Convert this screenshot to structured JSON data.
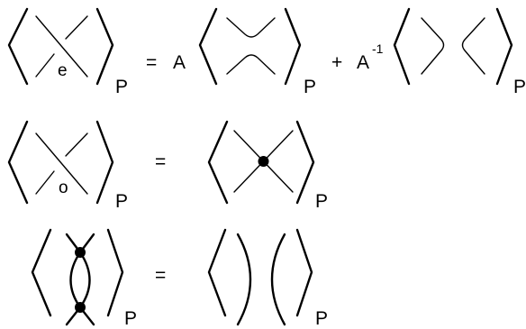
{
  "equations": [
    {
      "equals": "=",
      "lhs": {
        "crossing_label": "e",
        "subscript": "P"
      },
      "rhs": {
        "term1": {
          "coefficient": "A",
          "subscript": "P"
        },
        "plus": "+",
        "term2": {
          "coefficient": "A",
          "exponent": "-1",
          "subscript": "P"
        }
      }
    },
    {
      "equals": "=",
      "lhs": {
        "crossing_label": "o",
        "subscript": "P"
      },
      "rhs": {
        "subscript": "P"
      }
    },
    {
      "equals": "=",
      "lhs": {
        "subscript": "P"
      },
      "rhs": {
        "subscript": "P"
      }
    }
  ]
}
